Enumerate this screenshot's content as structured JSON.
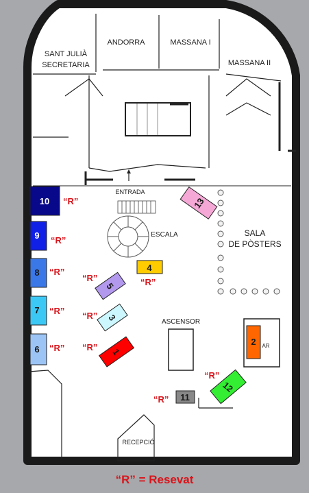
{
  "rooms": {
    "sant_julia_1": "SANT JULIÀ",
    "sant_julia_2": "SECRETARIA",
    "andorra": "ANDORRA",
    "massana_1": "MASSANA I",
    "massana_2": "MASSANA II",
    "entrada": "ENTRADA",
    "escala": "ESCALA",
    "sala_posters_1": "SALA",
    "sala_posters_2": "DE PÒSTERS",
    "ascensor": "ASCENSOR",
    "bar": "AR",
    "recepcio": "RECEPCIÓ"
  },
  "booths": {
    "b1": "1",
    "b2": "2",
    "b3": "3",
    "b4": "4",
    "b5": "5",
    "b6": "6",
    "b7": "7",
    "b8": "8",
    "b9": "9",
    "b10": "10",
    "b11": "11",
    "b12": "12",
    "b13": "13"
  },
  "colors": {
    "b1": "#ff0000",
    "b2": "#ff6600",
    "b3": "#ccf7ff",
    "b4": "#ffcc00",
    "b5": "#b399ee",
    "b6": "#9cc4f5",
    "b7": "#3cc8f5",
    "b8": "#3a78e8",
    "b9": "#1020e6",
    "b10": "#08088a",
    "b11": "#888888",
    "b12": "#33ee33",
    "b13": "#f5a8d6"
  },
  "reserved_mark": "“R”",
  "legend": "“R” = Resevat"
}
